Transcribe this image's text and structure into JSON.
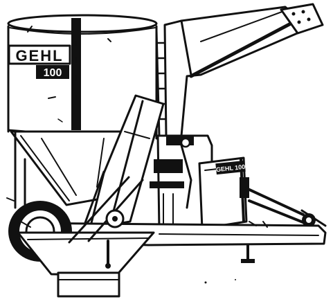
{
  "image": {
    "brand_logo_text": "GEHL",
    "model_number": "100",
    "plate_text": "GEHL 100",
    "ink_color": "#111111",
    "paper_color": "#ffffff"
  }
}
